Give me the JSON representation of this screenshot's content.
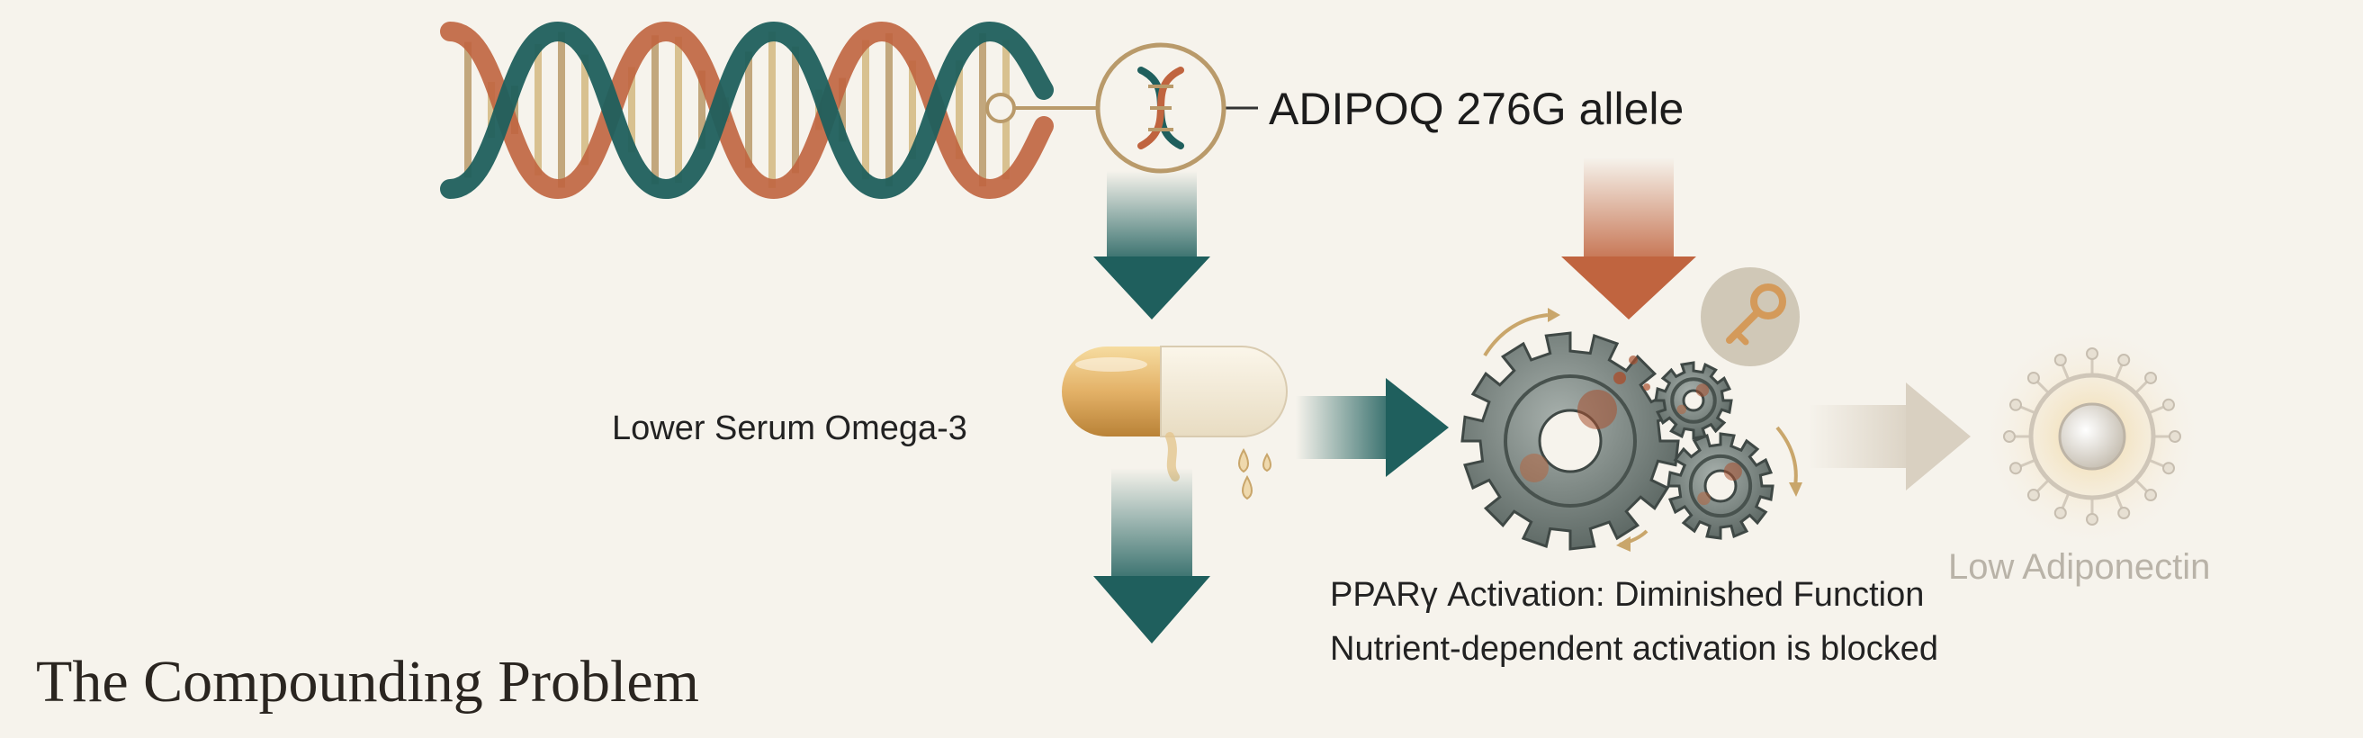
{
  "title": "The Compounding Problem",
  "nodes": {
    "gene": {
      "label": "ADIPOQ 276G allele",
      "icon": "dna-icon"
    },
    "omega": {
      "label": "Lower Serum Omega-3",
      "icon": "capsule-icon"
    },
    "ppar": {
      "title": "PPARγ Activation: Diminished Function",
      "subtitle": "Nutrient-dependent activation is blocked",
      "icon": "rusty-gears-icon",
      "badge_icon": "key-icon"
    },
    "adiponectin": {
      "label": "Low Adiponectin",
      "icon": "cell-icon"
    }
  },
  "colors": {
    "teal": "#1f5f5d",
    "rust": "#c0643f",
    "gold": "#b99a6a",
    "faded": "#d9d0c1",
    "background": "#f6f3ec"
  }
}
